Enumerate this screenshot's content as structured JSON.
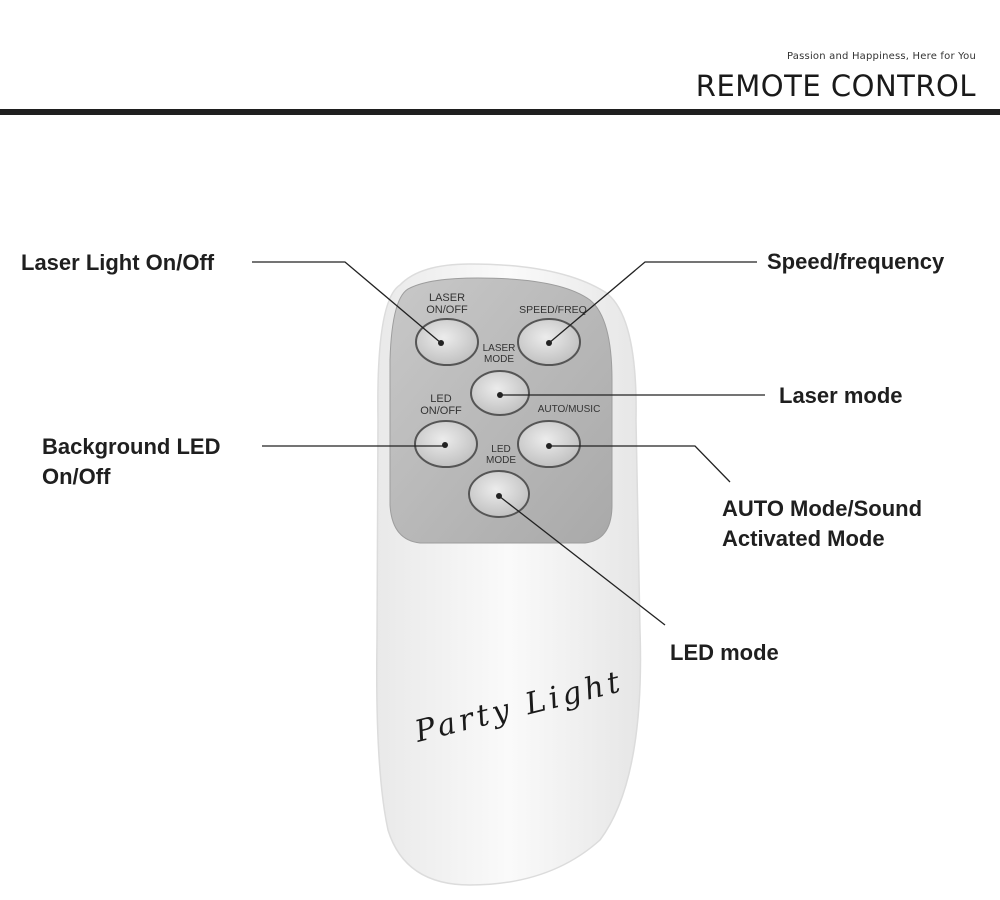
{
  "header": {
    "tagline": "Passion and Happiness, Here for You",
    "title": "REMOTE CONTROL"
  },
  "callouts": {
    "laser_onoff": "Laser Light On/Off",
    "speed": "Speed/frequency",
    "laser_mode": "Laser mode",
    "bg_led_line1": "Background LED",
    "bg_led_line2": "On/Off",
    "auto_line1": "AUTO Mode/Sound",
    "auto_line2": "Activated Mode",
    "led_mode": "LED mode"
  },
  "remote": {
    "btn_laser_onoff_l1": "LASER",
    "btn_laser_onoff_l2": "ON/OFF",
    "btn_speed": "SPEED/FREQ",
    "btn_laser_mode_l1": "LASER",
    "btn_laser_mode_l2": "MODE",
    "btn_led_onoff_l1": "LED",
    "btn_led_onoff_l2": "ON/OFF",
    "btn_auto": "AUTO/MUSIC",
    "btn_led_mode_l1": "LED",
    "btn_led_mode_l2": "MODE",
    "brand": "Party Light"
  },
  "colors": {
    "panel": "#b7b7b7",
    "button": "#d6d6d6",
    "body": "#f2f2f2",
    "line": "#222222"
  }
}
